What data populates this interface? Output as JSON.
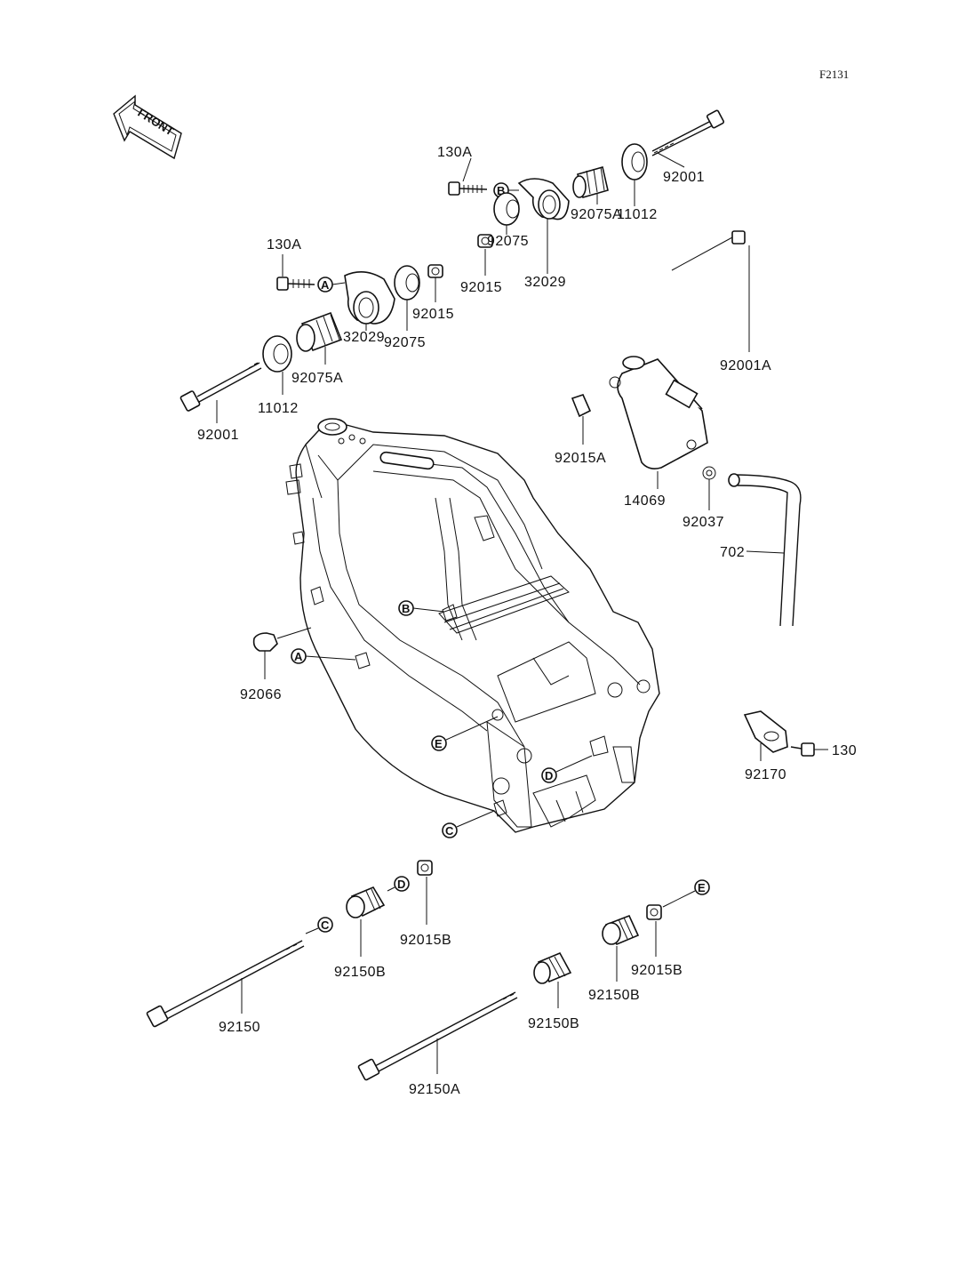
{
  "figure": {
    "code": "F2131"
  },
  "front_arrow": {
    "label": "FRONT"
  },
  "callouts": [
    "A",
    "B",
    "C",
    "D",
    "E"
  ],
  "parts": [
    {
      "id": "130A-top",
      "number": "130A"
    },
    {
      "id": "92001-top",
      "number": "92001"
    },
    {
      "id": "11012-top",
      "number": "11012"
    },
    {
      "id": "92075A-top",
      "number": "92075A"
    },
    {
      "id": "92075-top",
      "number": "92075"
    },
    {
      "id": "32029-top",
      "number": "32029"
    },
    {
      "id": "92015-top",
      "number": "92015"
    },
    {
      "id": "130A-left",
      "number": "130A"
    },
    {
      "id": "92015-left",
      "number": "92015"
    },
    {
      "id": "92075-left",
      "number": "92075"
    },
    {
      "id": "32029-left",
      "number": "32029"
    },
    {
      "id": "92075A-left",
      "number": "92075A"
    },
    {
      "id": "11012-left",
      "number": "11012"
    },
    {
      "id": "92001-left",
      "number": "92001"
    },
    {
      "id": "92001A",
      "number": "92001A"
    },
    {
      "id": "92015A",
      "number": "92015A"
    },
    {
      "id": "14069",
      "number": "14069"
    },
    {
      "id": "92037",
      "number": "92037"
    },
    {
      "id": "702",
      "number": "702"
    },
    {
      "id": "92066",
      "number": "92066"
    },
    {
      "id": "130",
      "number": "130"
    },
    {
      "id": "92170",
      "number": "92170"
    },
    {
      "id": "92015B-left",
      "number": "92015B"
    },
    {
      "id": "92150B-left",
      "number": "92150B"
    },
    {
      "id": "92150",
      "number": "92150"
    },
    {
      "id": "92015B-right",
      "number": "92015B"
    },
    {
      "id": "92150B-right",
      "number": "92150B"
    },
    {
      "id": "92150B-mid",
      "number": "92150B"
    },
    {
      "id": "92150A",
      "number": "92150A"
    }
  ]
}
